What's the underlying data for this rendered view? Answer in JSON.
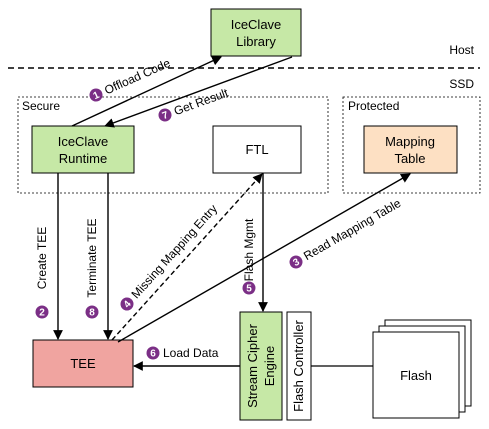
{
  "regions": {
    "host": "Host",
    "ssd": "SSD",
    "secure": "Secure",
    "protected": "Protected"
  },
  "boxes": {
    "library": [
      "IceClave",
      "Library"
    ],
    "runtime": [
      "IceClave",
      "Runtime"
    ],
    "ftl": "FTL",
    "mapping_table": [
      "Mapping",
      "Table"
    ],
    "tee": "TEE",
    "stream_cipher": [
      "Stream Cipher",
      "Engine"
    ],
    "flash_controller": "Flash Controller",
    "flash": "Flash"
  },
  "steps": [
    {
      "num": "1",
      "label": "Offload Code"
    },
    {
      "num": "7",
      "label": "Get Result"
    },
    {
      "num": "2",
      "label": "Create TEE"
    },
    {
      "num": "8",
      "label": "Terminate TEE"
    },
    {
      "num": "4",
      "label": "Missing Mapping Entry"
    },
    {
      "num": "5",
      "label": "Flash Mgmt"
    },
    {
      "num": "3",
      "label": "Read Mapping Table"
    },
    {
      "num": "6",
      "label": "Load Data"
    }
  ],
  "colors": {
    "green": "#c6e8a6",
    "orange": "#fde0c3",
    "red": "#f0a4a0",
    "purple": "#7b2f86"
  }
}
